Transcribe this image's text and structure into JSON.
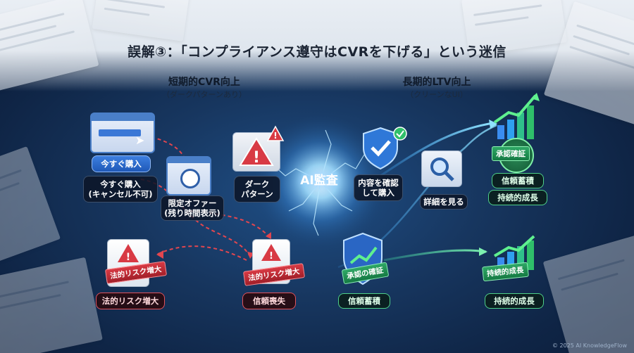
{
  "title": "誤解③：「コンプライアンス遵守はCVRを下げる」という迷信",
  "left": {
    "heading": "短期的CVR向上",
    "subheading": "（ダークパターンあり）",
    "buy_button": "今すぐ購入",
    "buy_no_cancel": [
      "今すぐ購入",
      "(キャンセル不可)"
    ],
    "limited_offer": [
      "限定オファー",
      "(残り時間表示)"
    ],
    "dark_pattern": [
      "ダーク",
      "パターン"
    ],
    "legal_risk_tag_1": "法的リスク増大",
    "legal_risk_tag_2": "法的リスク増大",
    "legal_risk_label": "法的リスク増大",
    "trust_loss_label": "信頼喪失"
  },
  "center": {
    "ai_audit": "AI監査"
  },
  "right": {
    "heading": "長期的LTV向上",
    "subheading": "（クリーンなUI）",
    "confirm_purchase": [
      "内容を確認",
      "して購入"
    ],
    "see_details": "詳細を見る",
    "approval_seal_top": "承認確証",
    "trust_accum_top": "信頼蓄積",
    "growth_top": "持続的成長",
    "approval_shield_tag": "承認の確証",
    "trust_accum_bottom": "信頼蓄積",
    "growth_tag": "持続的成長",
    "growth_bottom": "持続的成長"
  },
  "footer": "© 2025 AI KnowledgeFlow",
  "colors": {
    "danger": "#d83a44",
    "safe": "#2fa866",
    "accent": "#3d7fe0",
    "glow": "#7fd0ff"
  }
}
